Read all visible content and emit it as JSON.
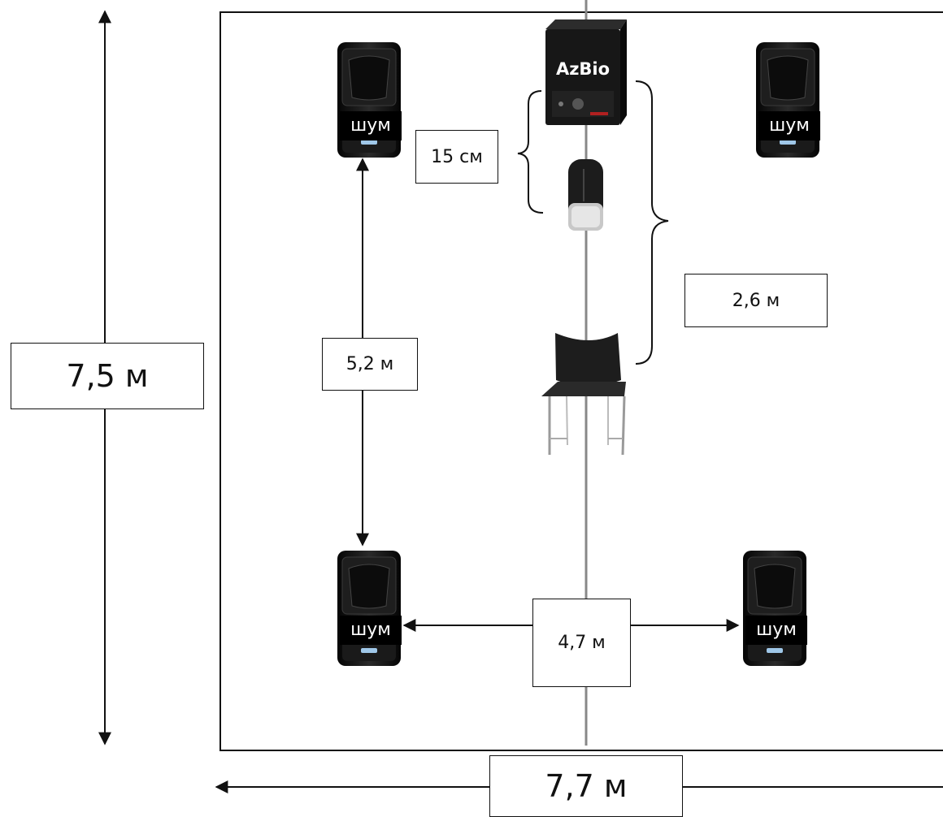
{
  "labels": {
    "room_height": "7,5 м",
    "room_width": "7,7 м",
    "speaker_spacing_vertical": "5,2 м",
    "speaker_spacing_horizontal": "4,7 м",
    "listener_distance": "2,6 м",
    "mic_offset": "15 см"
  },
  "speaker_label": "шум",
  "source_brand": "AzBio",
  "colors": {
    "line": "#111111",
    "center_line": "#888888",
    "speaker_body": "#151515",
    "label_bg": "#000000"
  }
}
